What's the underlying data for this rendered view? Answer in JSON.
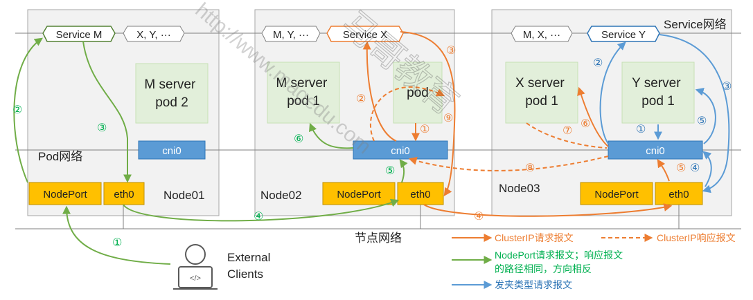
{
  "networks": {
    "service": "Service网络",
    "pod": "Pod网络",
    "node": "节点网络"
  },
  "nodes": [
    {
      "name": "Node01",
      "services": [
        "Service M",
        "X, Y, ···"
      ],
      "pods": [
        "M server\npod 2"
      ],
      "cni": "cni0",
      "nodeport": "NodePort",
      "eth": "eth0"
    },
    {
      "name": "Node02",
      "services": [
        "M, Y, ···",
        "Service X"
      ],
      "pods": [
        "M server\npod 1",
        "pod"
      ],
      "cni": "cni0",
      "nodeport": "NodePort",
      "eth": "eth0"
    },
    {
      "name": "Node03",
      "services": [
        "M, X, ···",
        "Service Y"
      ],
      "pods": [
        "X server\npod 1",
        "Y server\npod 1"
      ],
      "cni": "cni0",
      "nodeport": "NodePort",
      "eth": "eth0"
    }
  ],
  "clients": {
    "label": "External\nClients"
  },
  "step_numbers": {
    "green": [
      "①",
      "②",
      "③",
      "④",
      "⑤",
      "⑥"
    ],
    "orange": [
      "①",
      "②",
      "③",
      "④",
      "⑤",
      "⑥",
      "⑦",
      "⑧",
      "⑨"
    ],
    "blue": [
      "①",
      "②",
      "③",
      "④",
      "⑤"
    ]
  },
  "legend": {
    "clusterip_request": "ClusterIP请求报文",
    "clusterip_response": "ClusterIP响应报文",
    "nodeport_request": "NodePort请求报文；响应报文\n的路径相同，方向相反",
    "hairpin_request": "发夹类型请求报文"
  },
  "watermark": "http://www.magedu.com",
  "watermark_cn": "马哥教育",
  "colors": {
    "green": "#70ad47",
    "orange": "#ed7d31",
    "blue": "#5b9bd5",
    "pod_fill": "#e2efda",
    "cni_fill": "#5b9bd5",
    "nodeport_fill": "#ffc000",
    "node_fill": "#f2f2f2",
    "node_border": "#a6a6a6"
  }
}
